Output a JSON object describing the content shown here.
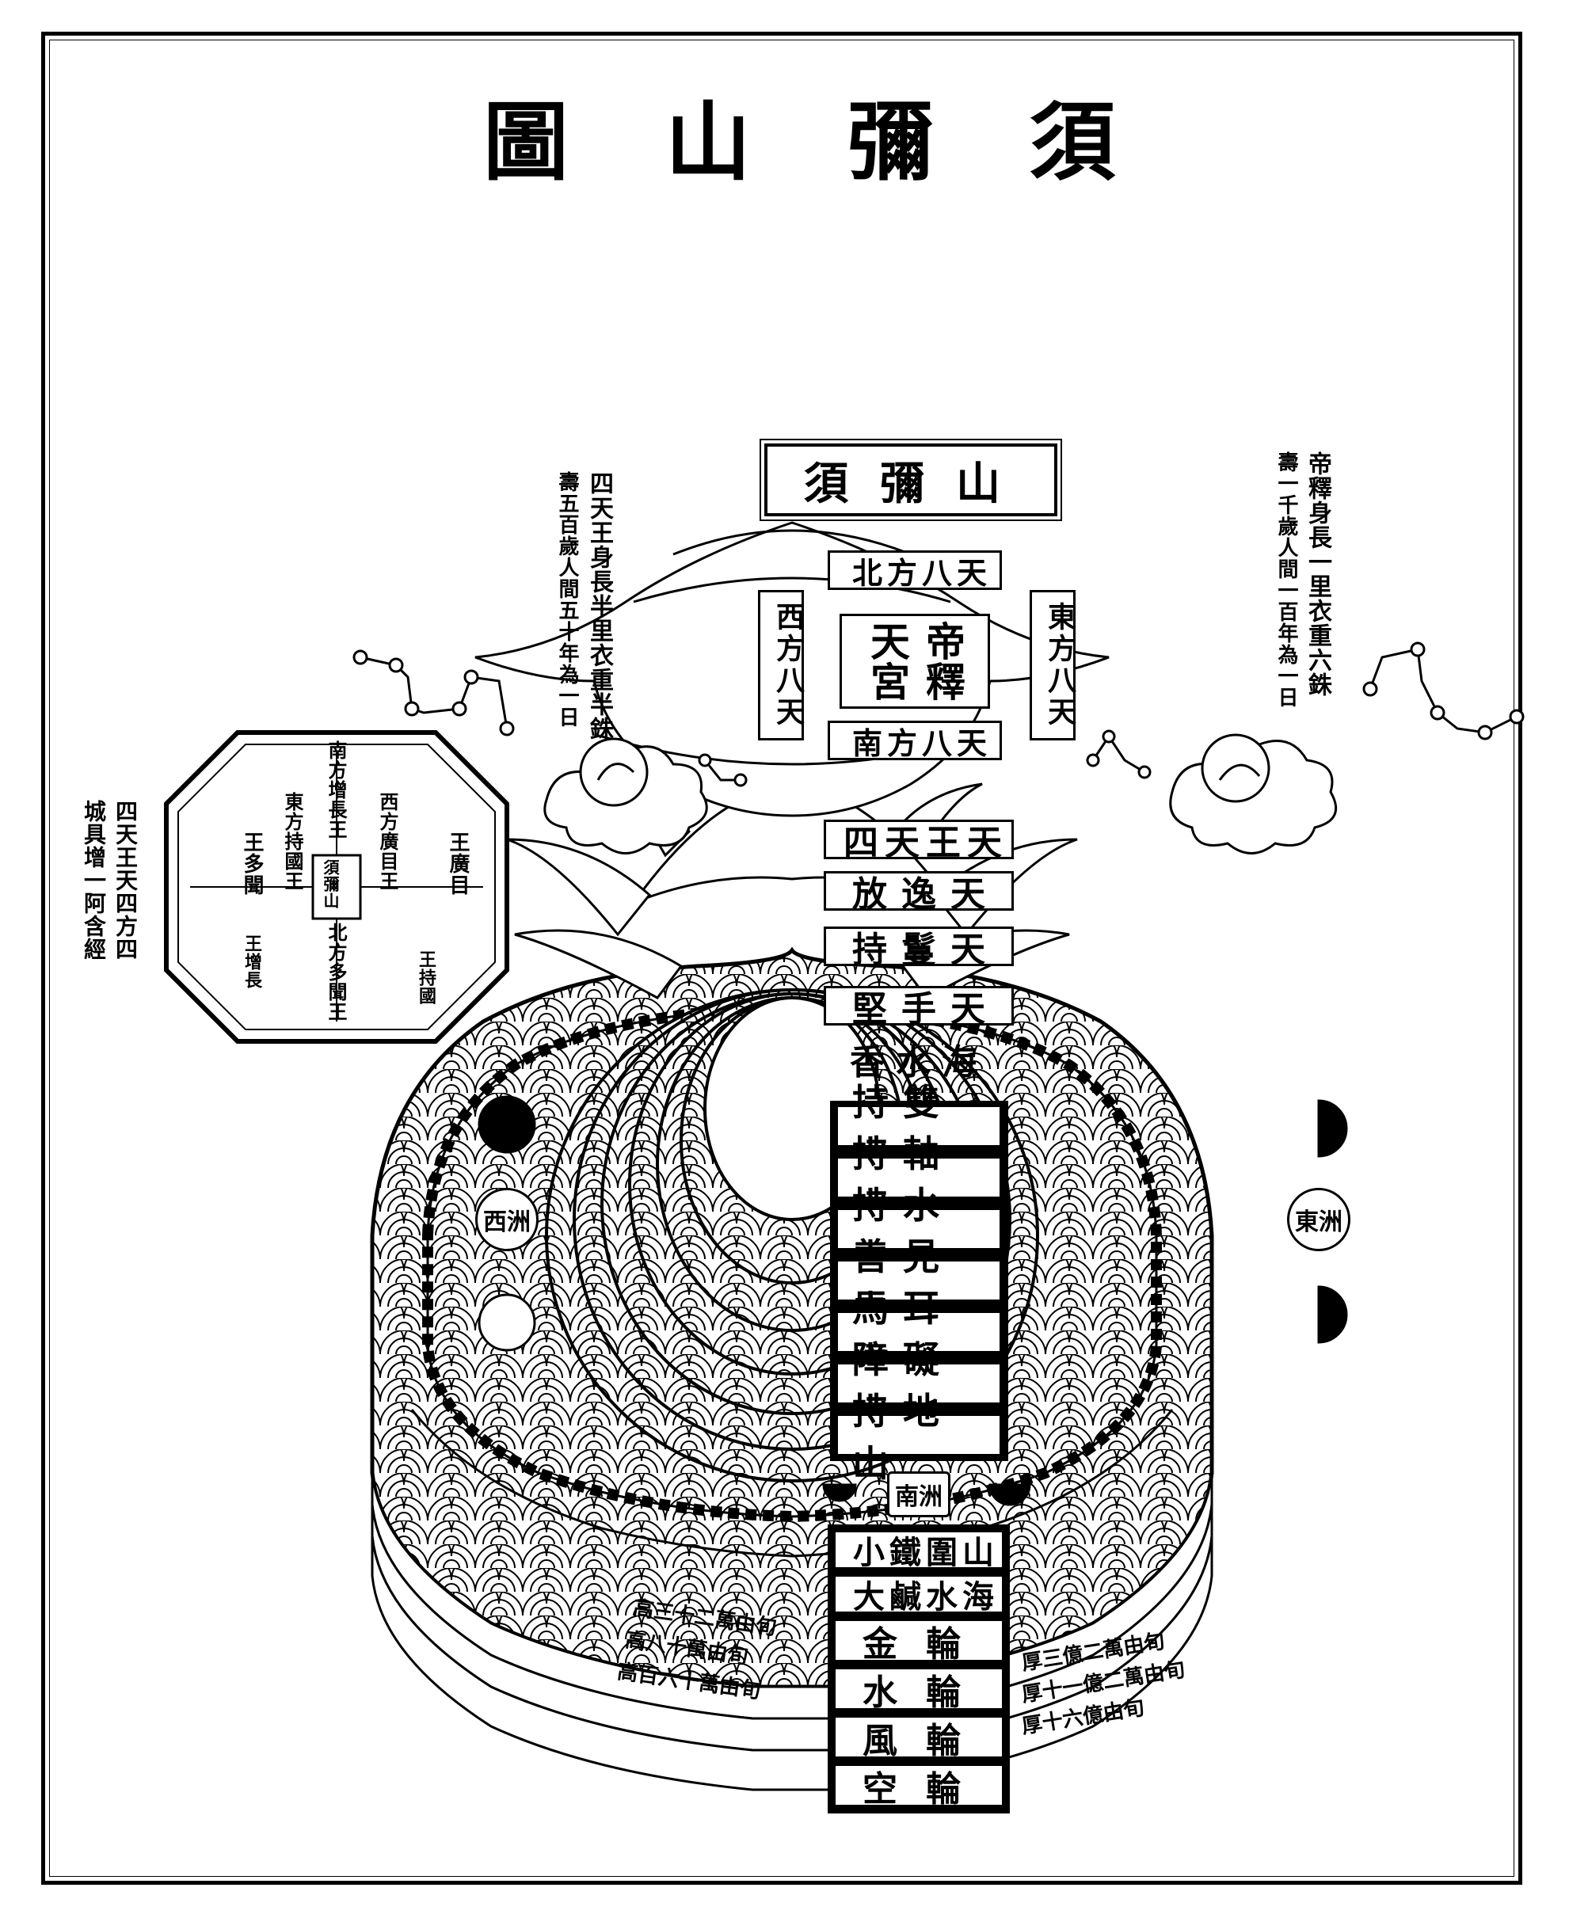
{
  "title": [
    "須",
    "彌",
    "山",
    "圖"
  ],
  "summit_label": "須彌山",
  "upper_heaven": {
    "north": "北方八天",
    "south": "南方八天",
    "east": "東方八天",
    "west": "西方八天",
    "palace_col1": "帝釋",
    "palace_col2": "天宮"
  },
  "tiers": [
    "四天王天",
    "放逸天",
    "持鬘天",
    "堅手天"
  ],
  "fragrant_sea": "香水海",
  "mountains": [
    "持雙山",
    "持軸山",
    "持水山",
    "善見山",
    "馬耳山",
    "障礙山",
    "持地山"
  ],
  "south_continent": "南洲",
  "base_layers": [
    "小鐵圍山",
    "大鹹水海",
    "金輪",
    "水輪",
    "風輪",
    "空輪"
  ],
  "note_left": [
    "四天王身長半里衣重半銖",
    "壽五百歲人間五十年為一日"
  ],
  "note_right": [
    "帝釋身長一里衣重六銖",
    "壽一千歲人間一百年為一日"
  ],
  "note_far_left": [
    "四天王天四方四",
    "城具增一阿含經"
  ],
  "octagon": {
    "center": "須彌山",
    "north": "北方多聞王",
    "south": "南方增長王",
    "east": "東方持國王",
    "west": "西方廣目王",
    "diag_nw": "王廣目",
    "diag_ne": "王多聞",
    "diag_se": "王持國",
    "diag_sw": "王增長"
  },
  "disc_west": "西洲",
  "disc_east": "東洲",
  "band_left": [
    "高三十二萬由旬",
    "高八十萬由旬",
    "高百六十萬由旬"
  ],
  "band_right": [
    "厚三億二萬由旬",
    "厚十一億二萬由旬",
    "厚十六億由旬"
  ],
  "colors": {
    "ink": "#000000",
    "paper": "#ffffff"
  }
}
